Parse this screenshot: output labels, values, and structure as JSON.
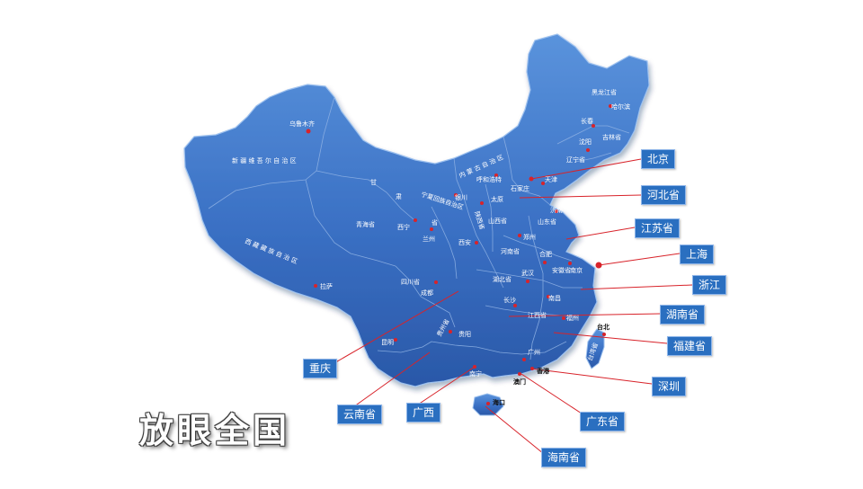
{
  "title": "放眼全国",
  "colors": {
    "land": "#2f63b5",
    "land_light": "#4a82d0",
    "border": "#8db0e3",
    "leader": "#d8232a",
    "callout_bg": "#2a6fc0"
  },
  "callouts": [
    {
      "id": "beijing",
      "label": "北京"
    },
    {
      "id": "hebei",
      "label": "河北省"
    },
    {
      "id": "jiangsu",
      "label": "江苏省"
    },
    {
      "id": "shanghai",
      "label": "上海"
    },
    {
      "id": "zhejiang",
      "label": "浙江"
    },
    {
      "id": "hunan",
      "label": "湖南省"
    },
    {
      "id": "fujian",
      "label": "福建省"
    },
    {
      "id": "shenzhen",
      "label": "深圳"
    },
    {
      "id": "guangdong",
      "label": "广东省"
    },
    {
      "id": "hainan",
      "label": "海南省"
    },
    {
      "id": "guangxi",
      "label": "广西"
    },
    {
      "id": "yunnan",
      "label": "云南省"
    },
    {
      "id": "chongqing",
      "label": "重庆"
    }
  ],
  "map_labels": [
    {
      "id": "heilongjiang",
      "text": "黑龙江省"
    },
    {
      "id": "harbin",
      "text": "哈尔滨"
    },
    {
      "id": "changchun",
      "text": "长春"
    },
    {
      "id": "jilin",
      "text": "吉林省"
    },
    {
      "id": "shenyang",
      "text": "沈阳"
    },
    {
      "id": "liaoning",
      "text": "辽宁省"
    },
    {
      "id": "neimenggu",
      "text": "内 蒙 古 自 治 区"
    },
    {
      "id": "huhehaote",
      "text": "呼和浩特"
    },
    {
      "id": "tianjin",
      "text": "天津"
    },
    {
      "id": "shijiazhuang",
      "text": "石家庄"
    },
    {
      "id": "taiyuan",
      "text": "太原"
    },
    {
      "id": "jinan",
      "text": "济南"
    },
    {
      "id": "shanxi",
      "text": "山西省"
    },
    {
      "id": "shandong",
      "text": "山东省"
    },
    {
      "id": "zhengzhou",
      "text": "郑州"
    },
    {
      "id": "henan",
      "text": "河南省"
    },
    {
      "id": "hefei",
      "text": "合肥"
    },
    {
      "id": "anhui",
      "text": "安徽省"
    },
    {
      "id": "nanjing",
      "text": "南京"
    },
    {
      "id": "wuhan",
      "text": "武汉"
    },
    {
      "id": "hubei",
      "text": "湖北省"
    },
    {
      "id": "changsha",
      "text": "长沙"
    },
    {
      "id": "nanchang",
      "text": "南昌"
    },
    {
      "id": "jiangxi",
      "text": "江西省"
    },
    {
      "id": "fuzhou",
      "text": "福州"
    },
    {
      "id": "taibei",
      "text": "台北"
    },
    {
      "id": "taiwan",
      "text": "台湾省"
    },
    {
      "id": "xinjiang",
      "text": "新 疆 维 吾 尔 自 治 区"
    },
    {
      "id": "wulumuqi",
      "text": "乌鲁木齐"
    },
    {
      "id": "gan",
      "text": "甘"
    },
    {
      "id": "su",
      "text": "肃"
    },
    {
      "id": "sheng",
      "text": "省"
    },
    {
      "id": "ningxia",
      "text": "宁夏回族自治区"
    },
    {
      "id": "yinchuan",
      "text": "银川"
    },
    {
      "id": "qinghai",
      "text": "青海省"
    },
    {
      "id": "xining",
      "text": "西宁"
    },
    {
      "id": "lanzhou",
      "text": "兰州"
    },
    {
      "id": "shaanxi",
      "text": "陕西省"
    },
    {
      "id": "xian",
      "text": "西安"
    },
    {
      "id": "xizang",
      "text": "西 藏 藏 族 自 治 区"
    },
    {
      "id": "lasa",
      "text": "拉萨"
    },
    {
      "id": "sichuan",
      "text": "四川省"
    },
    {
      "id": "chengdu",
      "text": "成都"
    },
    {
      "id": "guizhou",
      "text": "贵州省"
    },
    {
      "id": "guiyang",
      "text": "贵阳"
    },
    {
      "id": "kunming",
      "text": "昆明"
    },
    {
      "id": "nanning",
      "text": "南宁"
    },
    {
      "id": "guangzhou",
      "text": "广州"
    },
    {
      "id": "aomen",
      "text": "澳门"
    },
    {
      "id": "xianggang",
      "text": "香港"
    },
    {
      "id": "haikou",
      "text": "海口"
    }
  ]
}
